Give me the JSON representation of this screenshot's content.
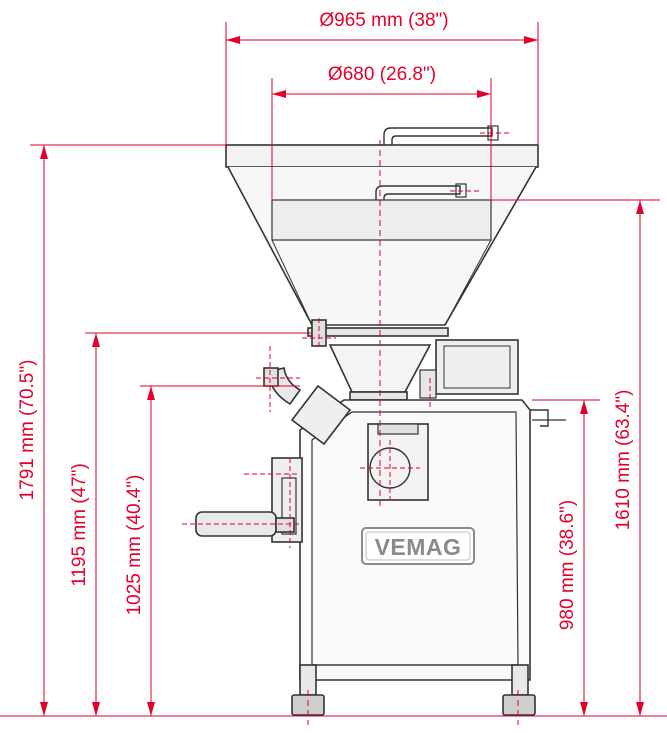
{
  "colors": {
    "dimension": "#e4002b",
    "machine": "#333333",
    "fill": "#f2f2f2",
    "logo": "#8a8a8a"
  },
  "dimensions": {
    "hopper_outer_diameter": "Ø965 mm (38\")",
    "hopper_inner_diameter": "Ø680 (26.8\")",
    "total_height": "1791 mm (70.5\")",
    "height_1195": "1195 mm (47\")",
    "height_1025": "1025 mm (40.4\")",
    "height_980": "980 mm (38.6\")",
    "height_1610": "1610 mm (63.4\")"
  },
  "machine": {
    "logo": "VEMAG"
  }
}
